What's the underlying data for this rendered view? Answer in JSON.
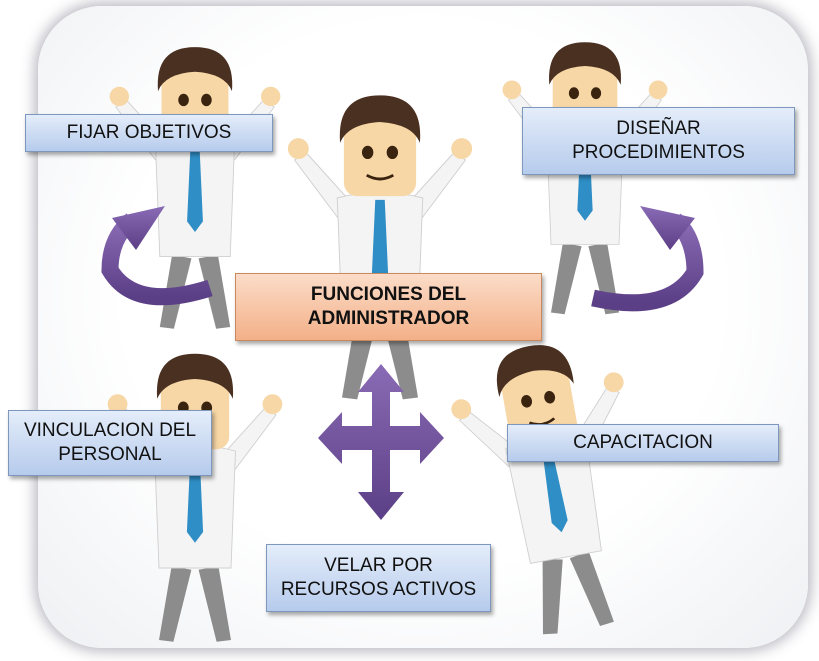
{
  "center": "FUNCIONES DEL\nADMINISTRADOR",
  "boxes": {
    "fijar_objetivos": "FIJAR OBJETIVOS",
    "disenar_procedimientos": "DISEÑAR\nPROCEDIMIENTOS",
    "vinculacion_personal": "VINCULACION DEL\nPERSONAL",
    "capacitacion": "CAPACITACION",
    "velar_recursos": "VELAR POR\nRECURSOS ACTIVOS"
  },
  "colors": {
    "box_fill": "#c9daf3",
    "box_border": "#7e97bd",
    "center_fill": "#f6c2a2",
    "center_border": "#c8895e",
    "arrow": "#6a4c93",
    "shirt": "#f4f4f4",
    "tie": "#2f8ec6",
    "hair": "#4a3020",
    "skin": "#f7d7a6",
    "pants": "#8c8c8c"
  },
  "icons": [
    "businessman-cartoon",
    "curved-arrow",
    "four-way-arrow"
  ]
}
